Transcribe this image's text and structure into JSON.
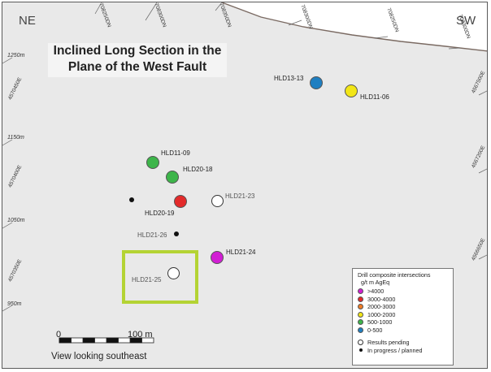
{
  "map": {
    "title_line1": "Inclined Long Section in the",
    "title_line2": "Plane of the West Fault",
    "orientation": {
      "left": "NE",
      "right": "SW"
    },
    "elevations": [
      "1250m",
      "1150m",
      "1050m",
      "950m"
    ],
    "northings_left": [
      "4570450E",
      "4570400E",
      "4570350E"
    ],
    "northings_right": [
      "4567500E",
      "4567200E",
      "4566650E"
    ],
    "eastings_top": [
      "708250DN",
      "708300DN",
      "708350DN",
      "708300DN",
      "708250DN",
      "708300DN"
    ],
    "drillholes": [
      {
        "id": "HLD13-13",
        "label": "HLD13-13",
        "category": "0-500",
        "color": "#1f7fc1"
      },
      {
        "id": "HLD11-06",
        "label": "HLD11-06",
        "category": "1000-2000",
        "color": "#f2e617"
      },
      {
        "id": "HLD11-09",
        "label": "HLD11-09",
        "category": "500-1000",
        "color": "#3db54a"
      },
      {
        "id": "HLD20-18",
        "label": "HLD20-18",
        "category": "500-1000",
        "color": "#3db54a"
      },
      {
        "id": "HLD20-19",
        "label": "HLD20-19",
        "category": "3000-4000",
        "color": "#e32a2a"
      },
      {
        "id": "HLD21-23",
        "label": "HLD21-23",
        "category": "Results pending",
        "color": "#ffffff"
      },
      {
        "id": "HLD21-24",
        "label": "HLD21-24",
        "category": ">4000",
        "color": "#d21fd4"
      },
      {
        "id": "HLD21-25",
        "label": "HLD21-25",
        "category": "Results pending",
        "color": "#ffffff"
      },
      {
        "id": "HLD21-26",
        "label": "HLD21-26",
        "category": "In progress / planned",
        "color": "#111111"
      }
    ],
    "scale": {
      "zero": "0",
      "end": "100 m"
    },
    "view_label": "View looking southeast",
    "highlight_color": "#b4d334"
  },
  "legend": {
    "title": "Drill composite intersections",
    "units": "g/t m AgEq",
    "items": [
      {
        "label": ">4000",
        "color": "#d21fd4"
      },
      {
        "label": "3000-4000",
        "color": "#e32a2a"
      },
      {
        "label": "2000-3000",
        "color": "#f07c25"
      },
      {
        "label": "1000-2000",
        "color": "#f2e617"
      },
      {
        "label": "500-1000",
        "color": "#3db54a"
      },
      {
        "label": "0-500",
        "color": "#1f7fc1"
      }
    ],
    "pending_label": "Results pending",
    "progress_label": "In progress / planned"
  }
}
